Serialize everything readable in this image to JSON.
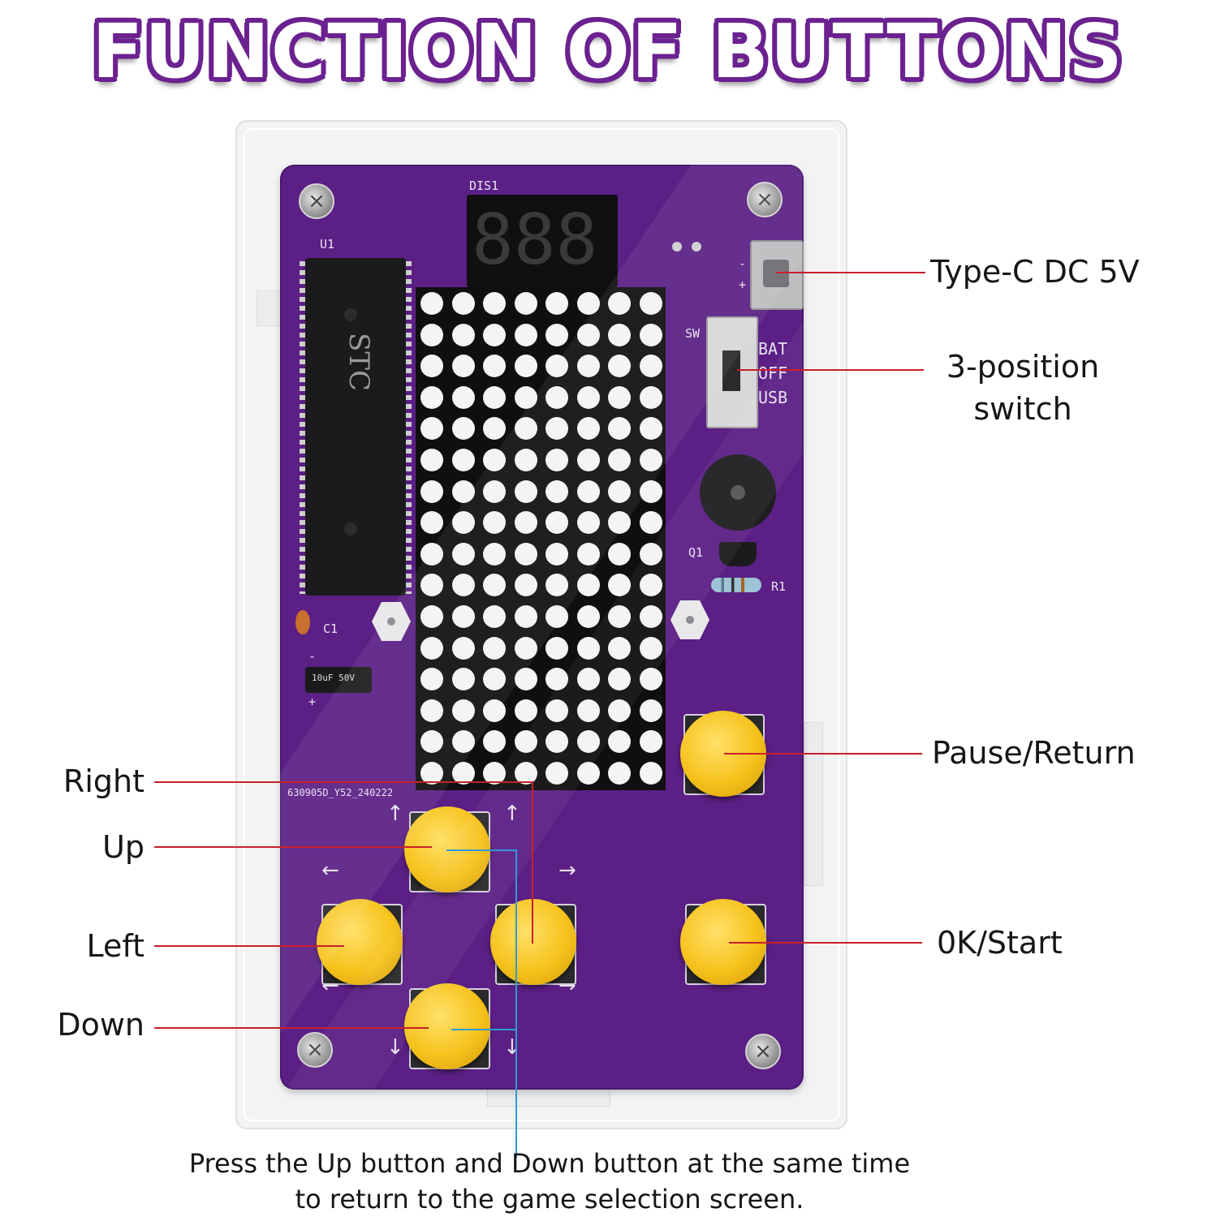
{
  "title": "FUNCTION OF BUTTONS",
  "board": {
    "silkscreen": {
      "display": "DIS1",
      "chip": "U1",
      "switch": "SW",
      "switch_positions": [
        "BAT",
        "OFF",
        "USB"
      ],
      "transistor": "Q1",
      "resistor": "R1",
      "capacitor": "C1",
      "version": "630905D_Y52_240222",
      "usb_minus": "-",
      "usb_plus": "+",
      "power_minus": "-",
      "power_plus": "+"
    },
    "chip_brand": "STC",
    "segment_display": "888",
    "matrix": {
      "columns": 8,
      "rows": 16
    },
    "colors": {
      "pcb": "#5b1f85",
      "button": "#f6c21c",
      "callout_red": "#c8202a",
      "callout_blue": "#2f9bd7",
      "title_outline": "#6b2190"
    }
  },
  "labels": {
    "type_c": "Type-C DC 5V",
    "switch_line1": "3-position",
    "switch_line2": "switch",
    "pause": "Pause/Return",
    "ok": "0K/Start",
    "right": "Right",
    "up": "Up",
    "left": "Left",
    "down": "Down"
  },
  "note": {
    "line1": "Press the Up button and Down button at the same time",
    "line2": "to return to the game selection screen."
  }
}
